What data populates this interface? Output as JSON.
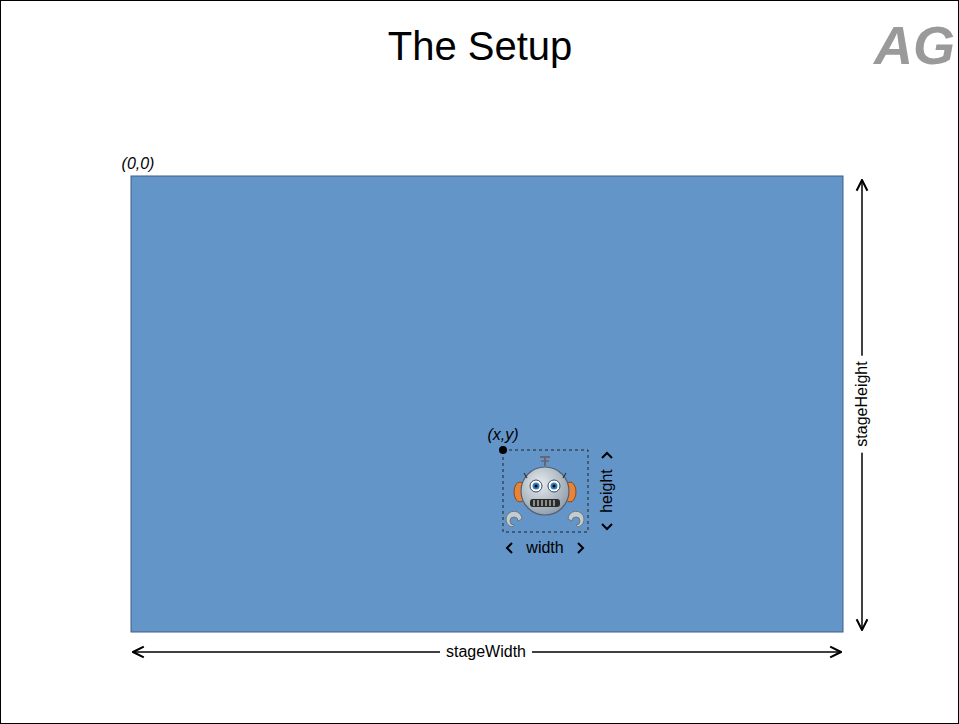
{
  "diagram": {
    "title": "The Setup",
    "labels": [
      "(0,0)",
      "(x,y)",
      "height",
      "width",
      "stageHeight",
      "stageWidth",
      "AG"
    ]
  }
}
